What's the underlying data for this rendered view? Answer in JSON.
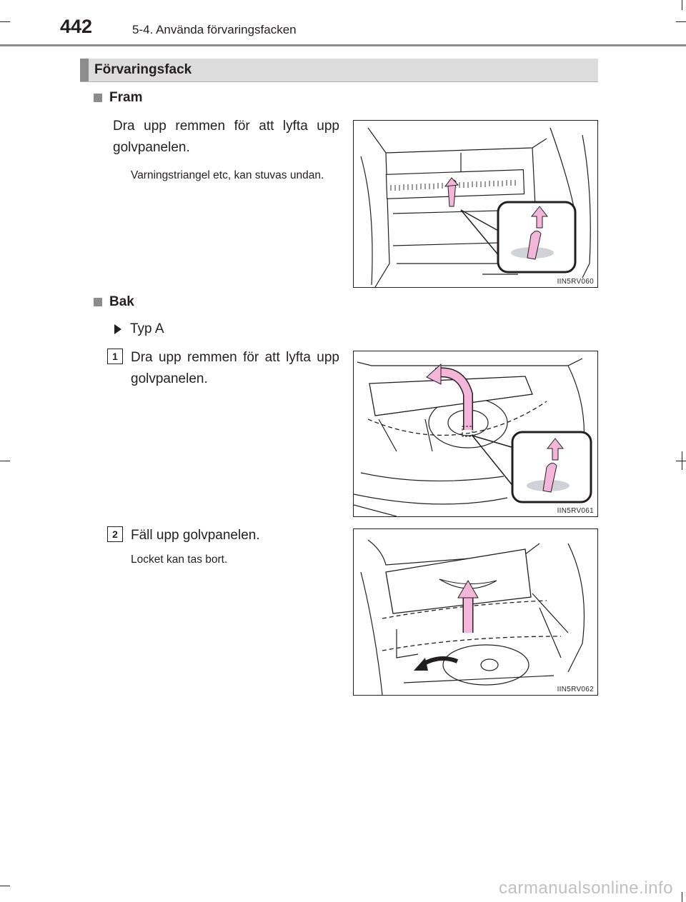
{
  "header": {
    "page_number": "442",
    "chapter": "5-4. Använda förvaringsfacken"
  },
  "section": {
    "title": "Förvaringsfack"
  },
  "front": {
    "heading": "Fram",
    "instruction": "Dra upp remmen för att lyfta upp golvpanelen.",
    "note": "Varningstriangel etc, kan stuvas undan.",
    "figure_code": "IIN5RV060"
  },
  "rear": {
    "heading": "Bak",
    "type_label": "Typ A",
    "steps": [
      {
        "number": "1",
        "instruction": "Dra upp remmen för att lyfta upp golvpanelen.",
        "figure_code": "IIN5RV061"
      },
      {
        "number": "2",
        "instruction": "Fäll upp golvpanelen.",
        "note": "Locket kan tas bort.",
        "figure_code": "IIN5RV062"
      }
    ]
  },
  "footer": {
    "watermark": "carmanualsonline.info"
  },
  "colors": {
    "arrow_pink": "#f4b6d8",
    "header_rule": "#8c8c8c",
    "section_bar": "#dcdcdc"
  }
}
